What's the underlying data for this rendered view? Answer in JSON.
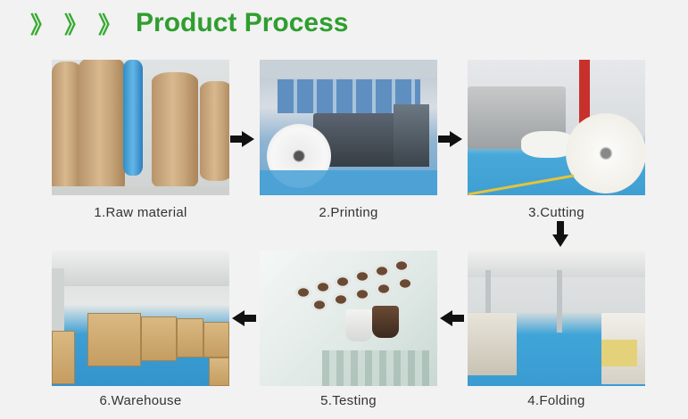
{
  "header": {
    "chevrons": [
      "》",
      "》",
      "》"
    ],
    "title": "Product Process"
  },
  "steps": [
    {
      "label": "1.Raw material"
    },
    {
      "label": "2.Printing"
    },
    {
      "label": "3.Cutting"
    },
    {
      "label": "4.Folding"
    },
    {
      "label": "5.Testing"
    },
    {
      "label": "6.Warehouse"
    }
  ],
  "colors": {
    "accent_green": "#2f9e2f",
    "arrow": "#111111"
  }
}
